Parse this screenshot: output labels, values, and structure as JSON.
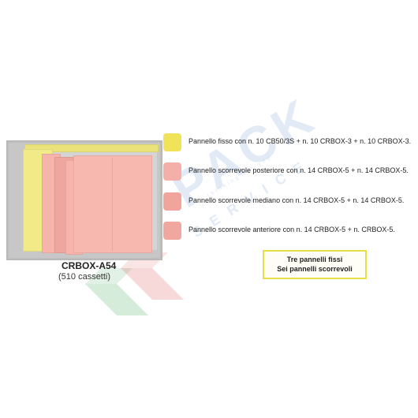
{
  "model": {
    "name": "CRBOX-A54",
    "drawers": "(510 cassetti)"
  },
  "legend": [
    {
      "color": "#f0e35a",
      "text": "Pannello fisso con n. 10 CB50/3S + n. 10 CRBOX-3 + n. 10 CRBOX-3."
    },
    {
      "color": "#f4b0a8",
      "text": "Pannello scorrevole posteriore con n. 14 CRBOX-5 + n. 14 CRBOX-5."
    },
    {
      "color": "#f1a49c",
      "text": "Pannello scorrevole mediano con n. 14  CRBOX-5 + n. 14 CRBOX-5."
    },
    {
      "color": "#f0a7a0",
      "text": "Pannello scorrevole anteriore con n. 14 CRBOX-5 + n.  CRBOX-5."
    }
  ],
  "note": {
    "line1": "Tre pannelli fissi",
    "line2": "Sei pannelli scorrevoli"
  },
  "watermark": {
    "brand": "PACK",
    "word": "SERVICE",
    "tagline": "thinking for you"
  }
}
